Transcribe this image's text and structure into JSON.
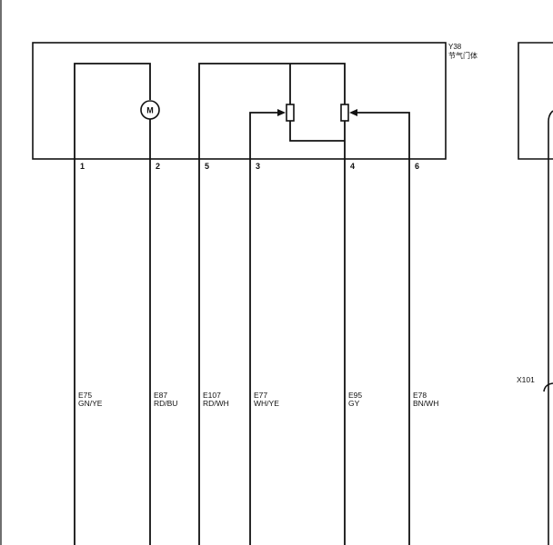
{
  "component": {
    "code": "Y38",
    "name": "节气门体",
    "motor_symbol": "M"
  },
  "pins": [
    "1",
    "2",
    "5",
    "3",
    "4",
    "6"
  ],
  "wires": [
    {
      "code": "E75",
      "color": "GN/YE"
    },
    {
      "code": "E87",
      "color": "RD/BU"
    },
    {
      "code": "E107",
      "color": "RD/WH"
    },
    {
      "code": "E77",
      "color": "WH/YE"
    },
    {
      "code": "E95",
      "color": "GY"
    },
    {
      "code": "E78",
      "color": "BN/WH"
    }
  ],
  "connector": {
    "label": "X101"
  },
  "colors": {
    "line": "#111111",
    "background": "#ffffff"
  }
}
